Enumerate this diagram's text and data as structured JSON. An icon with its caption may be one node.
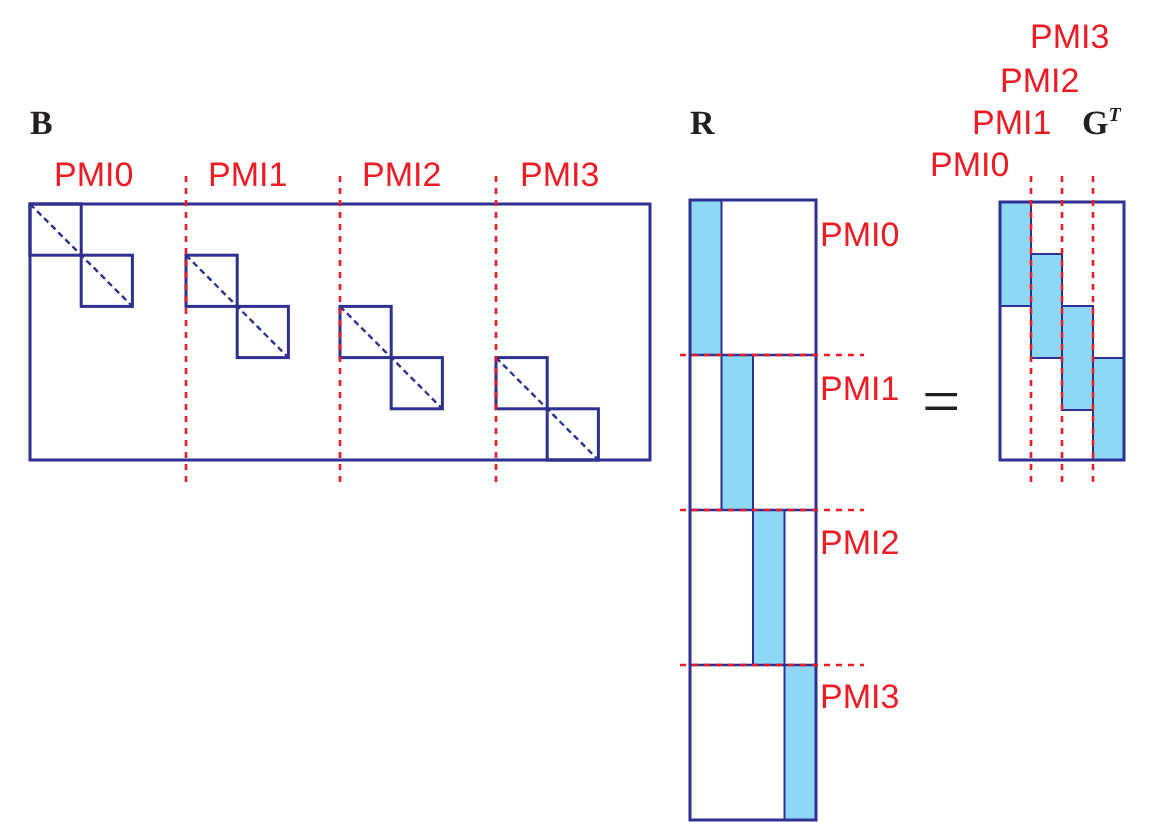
{
  "diagram": {
    "labels": [
      "B",
      "PMI0",
      "PMI1",
      "PMI2",
      "PMI3",
      "R",
      "PMI0",
      "PMI1",
      "PMI2",
      "PMI3",
      "=",
      "G$^{T}$",
      "PMI3",
      "PMI2",
      "PMI1",
      "PMI0"
    ]
  }
}
